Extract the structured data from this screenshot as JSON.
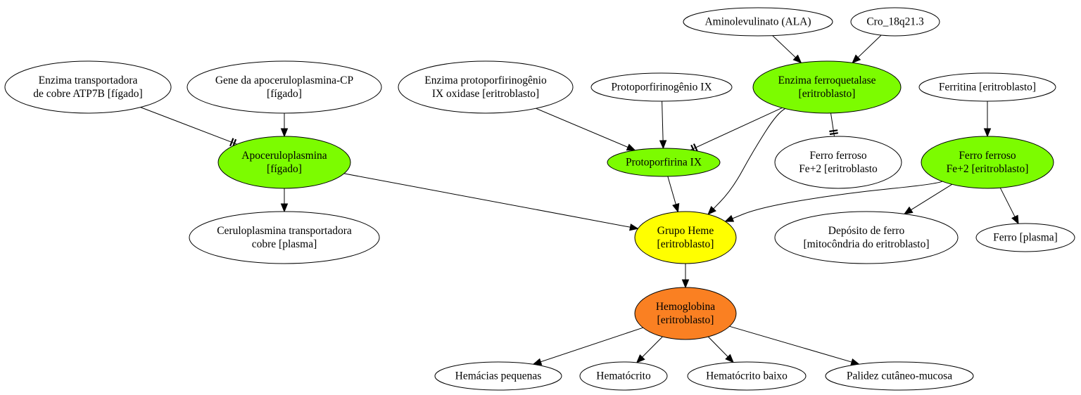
{
  "colors": {
    "default_fill": "#ffffff",
    "green_fill": "#7cfc00",
    "yellow_fill": "#ffff00",
    "orange_fill": "#fa8022",
    "stroke": "#000000"
  },
  "nodes": [
    {
      "id": "ala",
      "lines": [
        "Aminolevulinato (ALA)"
      ],
      "fill": "default"
    },
    {
      "id": "cro",
      "lines": [
        "Cro_18q21.3"
      ],
      "fill": "default"
    },
    {
      "id": "atp7b",
      "lines": [
        "Enzima transportadora",
        "de cobre ATP7B [fígado]"
      ],
      "fill": "default"
    },
    {
      "id": "cp_gene",
      "lines": [
        "Gene da apoceruloplasmina-CP",
        "[fígado]"
      ],
      "fill": "default"
    },
    {
      "id": "ppox",
      "lines": [
        "Enzima protoporfirinogênio",
        "IX oxidase [eritroblasto]"
      ],
      "fill": "default"
    },
    {
      "id": "protogen",
      "lines": [
        "Protoporfirinogênio IX"
      ],
      "fill": "default"
    },
    {
      "id": "fech",
      "lines": [
        "Enzima ferroquetalase",
        "[eritroblasto]"
      ],
      "fill": "green"
    },
    {
      "id": "ferritina",
      "lines": [
        "Ferritina [eritroblasto]"
      ],
      "fill": "default"
    },
    {
      "id": "apocp",
      "lines": [
        "Apoceruloplasmina",
        "[fígado]"
      ],
      "fill": "green"
    },
    {
      "id": "proto",
      "lines": [
        "Protoporfirina IX"
      ],
      "fill": "green"
    },
    {
      "id": "fe2a",
      "lines": [
        "Ferro ferroso",
        "Fe+2 [eritroblasto"
      ],
      "fill": "default"
    },
    {
      "id": "fe2b",
      "lines": [
        "Ferro ferroso",
        "Fe+2 [eritroblasto]"
      ],
      "fill": "green"
    },
    {
      "id": "cp",
      "lines": [
        "Ceruloplasmina transportadora",
        "cobre [plasma]"
      ],
      "fill": "default"
    },
    {
      "id": "heme",
      "lines": [
        "Grupo Heme",
        "[eritroblasto]"
      ],
      "fill": "yellow"
    },
    {
      "id": "deposito",
      "lines": [
        "Depósito de ferro",
        "[mitocôndria do eritroblasto]"
      ],
      "fill": "default"
    },
    {
      "id": "ferroplasma",
      "lines": [
        "Ferro [plasma]"
      ],
      "fill": "default"
    },
    {
      "id": "hb",
      "lines": [
        "Hemoglobina",
        "[eritroblasto]"
      ],
      "fill": "orange"
    },
    {
      "id": "hemacias",
      "lines": [
        "Hemácias pequenas"
      ],
      "fill": "default"
    },
    {
      "id": "hct",
      "lines": [
        "Hematócrito"
      ],
      "fill": "default"
    },
    {
      "id": "hctbaixo",
      "lines": [
        "Hematócrito baixo"
      ],
      "fill": "default"
    },
    {
      "id": "palidez",
      "lines": [
        "Palidez cutâneo-mucosa"
      ],
      "fill": "default"
    }
  ],
  "edges": [
    {
      "from": "ala",
      "to": "fech",
      "type": "arrow"
    },
    {
      "from": "cro",
      "to": "fech",
      "type": "arrow"
    },
    {
      "from": "atp7b",
      "to": "apocp",
      "type": "tee"
    },
    {
      "from": "cp_gene",
      "to": "apocp",
      "type": "arrow"
    },
    {
      "from": "ppox",
      "to": "proto",
      "type": "arrow"
    },
    {
      "from": "protogen",
      "to": "proto",
      "type": "arrow"
    },
    {
      "from": "fech",
      "to": "proto",
      "type": "tee"
    },
    {
      "from": "fech",
      "to": "fe2a",
      "type": "tee"
    },
    {
      "from": "fech",
      "to": "heme",
      "type": "arrow"
    },
    {
      "from": "ferritina",
      "to": "fe2b",
      "type": "arrow"
    },
    {
      "from": "apocp",
      "to": "cp",
      "type": "arrow"
    },
    {
      "from": "apocp",
      "to": "heme",
      "type": "arrow"
    },
    {
      "from": "proto",
      "to": "heme",
      "type": "arrow"
    },
    {
      "from": "fe2b",
      "to": "heme",
      "type": "arrow"
    },
    {
      "from": "fe2b",
      "to": "deposito",
      "type": "arrow"
    },
    {
      "from": "fe2b",
      "to": "ferroplasma",
      "type": "arrow"
    },
    {
      "from": "heme",
      "to": "hb",
      "type": "arrow"
    },
    {
      "from": "hb",
      "to": "hemacias",
      "type": "arrow"
    },
    {
      "from": "hb",
      "to": "hct",
      "type": "arrow"
    },
    {
      "from": "hb",
      "to": "hctbaixo",
      "type": "arrow"
    },
    {
      "from": "hb",
      "to": "palidez",
      "type": "arrow"
    }
  ]
}
